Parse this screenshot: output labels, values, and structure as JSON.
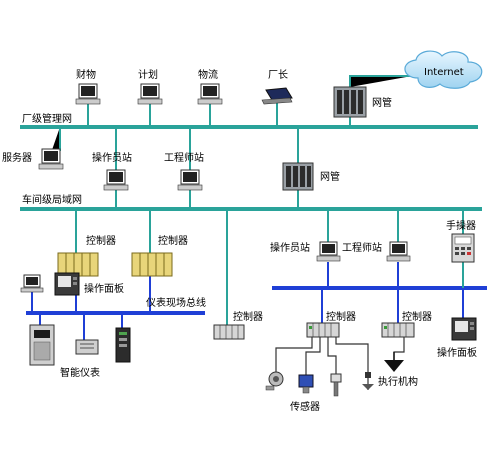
{
  "labels": {
    "finance": "财物",
    "plan": "计划",
    "logistics": "物流",
    "director": "厂长",
    "internet": "Internet",
    "gateway_top": "网管",
    "plant_net": "厂级管理网",
    "server": "服务器",
    "operator_station_top": "操作员站",
    "engineer_station_top": "工程师站",
    "gateway_mid": "网管",
    "workshop_lan": "车间级局域网",
    "controller_1": "控制器",
    "controller_2": "控制器",
    "handheld": "手操器",
    "operator_station_right": "操作员站",
    "engineer_station_right": "工程师站",
    "operator_panel_left": "操作面板",
    "field_bus": "仪表现场总线",
    "controller_mid": "控制器",
    "controller_r1": "控制器",
    "controller_r2": "控制器",
    "operator_panel_right": "操作面板",
    "smart_instrument": "智能仪表",
    "actuator": "执行机构",
    "sensor": "传感器"
  }
}
